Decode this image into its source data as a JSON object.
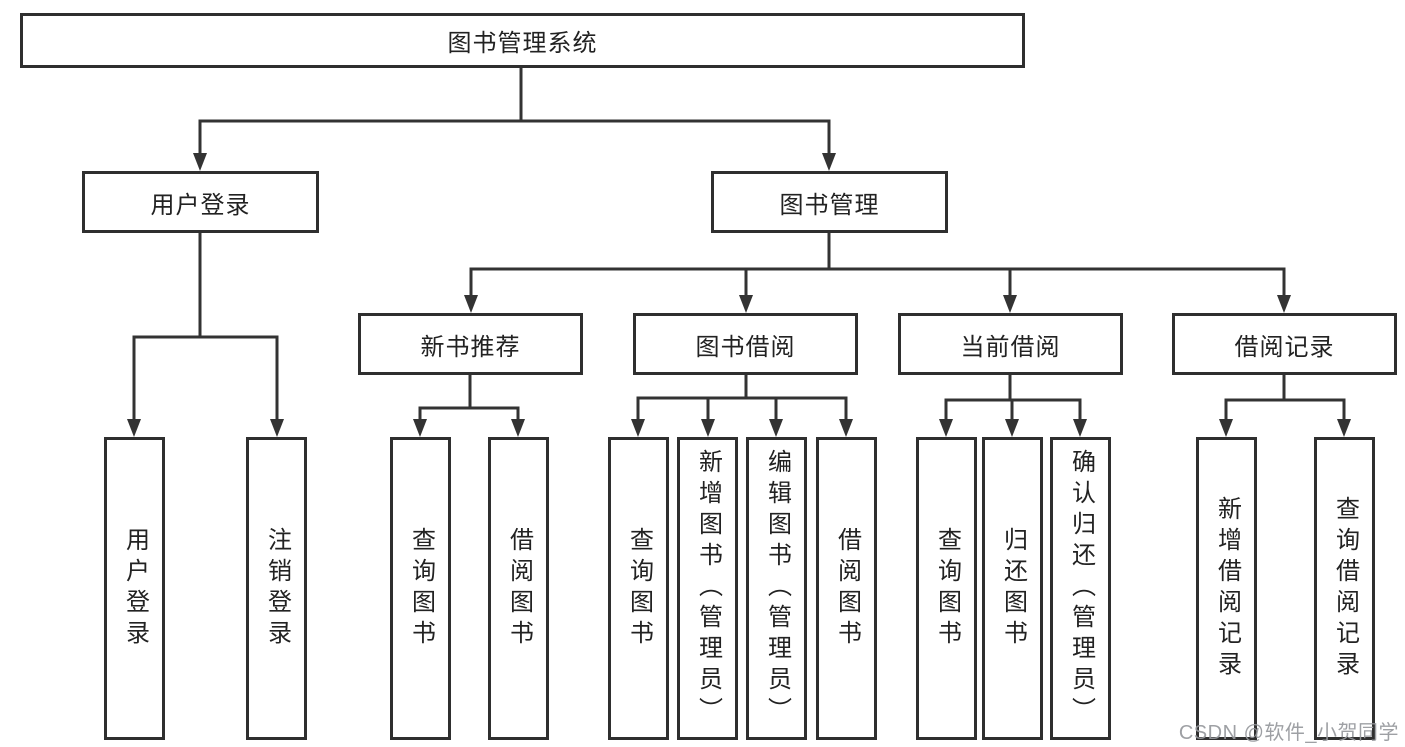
{
  "diagram": {
    "tree": {
      "label": "图书管理系统",
      "children": [
        {
          "label": "用户登录",
          "children": [
            {
              "label": "用户登录"
            },
            {
              "label": "注销登录"
            }
          ]
        },
        {
          "label": "图书管理",
          "children": [
            {
              "label": "新书推荐",
              "children": [
                {
                  "label": "查询图书"
                },
                {
                  "label": "借阅图书"
                }
              ]
            },
            {
              "label": "图书借阅",
              "children": [
                {
                  "label": "查询图书"
                },
                {
                  "label": "新增图书（管理员）"
                },
                {
                  "label": "编辑图书（管理员）"
                },
                {
                  "label": "借阅图书"
                }
              ]
            },
            {
              "label": "当前借阅",
              "children": [
                {
                  "label": "查询图书"
                },
                {
                  "label": "归还图书"
                },
                {
                  "label": "确认归还（管理员）"
                }
              ]
            },
            {
              "label": "借阅记录",
              "children": [
                {
                  "label": "新增借阅记录"
                },
                {
                  "label": "查询借阅记录"
                }
              ]
            }
          ]
        }
      ]
    },
    "colors": {
      "line": "#333333",
      "border": "#2f2f2f",
      "text": "#222222",
      "background": "#ffffff",
      "watermark": "#96989c"
    }
  },
  "watermark": {
    "text": "CSDN @软件_小贺同学"
  }
}
